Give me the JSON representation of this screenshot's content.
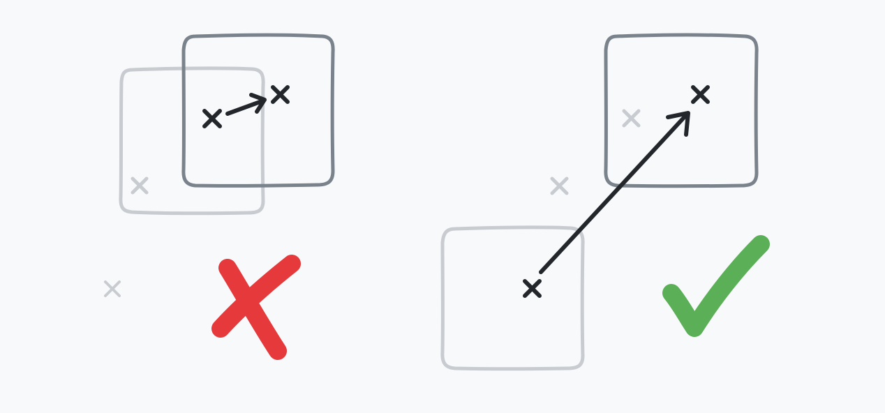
{
  "colors": {
    "background": "#f8f9fa",
    "box_previous": "#c8cbd0",
    "box_current": "#7a828c",
    "marker_active": "#23272b",
    "marker_faded": "#c8cbd0",
    "wrong": "#e5393b",
    "right": "#5aaf57"
  },
  "panels": [
    {
      "name": "incorrect-example",
      "verdict": "wrong",
      "verdict_icon": "x-mark-icon"
    },
    {
      "name": "correct-example",
      "verdict": "right",
      "verdict_icon": "check-mark-icon"
    }
  ]
}
